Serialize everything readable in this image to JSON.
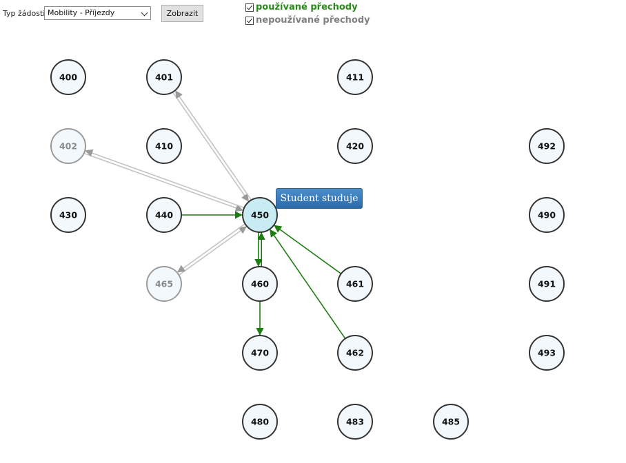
{
  "toolbar": {
    "type_label": "Typ žádosti",
    "type_selected": "Mobility - Příjezdy",
    "show_button": "Zobrazit",
    "used_label": "používané přechody",
    "unused_label": "nepoužívané přechody"
  },
  "tooltip": "Student studuje",
  "nodes": [
    {
      "id": "400",
      "label": "400",
      "col": 0,
      "row": 0,
      "state": "normal"
    },
    {
      "id": "401",
      "label": "401",
      "col": 1,
      "row": 0,
      "state": "normal"
    },
    {
      "id": "411",
      "label": "411",
      "col": 3,
      "row": 0,
      "state": "normal"
    },
    {
      "id": "402",
      "label": "402",
      "col": 0,
      "row": 1,
      "state": "inactive"
    },
    {
      "id": "410",
      "label": "410",
      "col": 1,
      "row": 1,
      "state": "normal"
    },
    {
      "id": "420",
      "label": "420",
      "col": 3,
      "row": 1,
      "state": "normal"
    },
    {
      "id": "492",
      "label": "492",
      "col": 5,
      "row": 1,
      "state": "normal"
    },
    {
      "id": "430",
      "label": "430",
      "col": 0,
      "row": 2,
      "state": "normal"
    },
    {
      "id": "440",
      "label": "440",
      "col": 1,
      "row": 2,
      "state": "normal"
    },
    {
      "id": "450",
      "label": "450",
      "col": 2,
      "row": 2,
      "state": "selected"
    },
    {
      "id": "490",
      "label": "490",
      "col": 5,
      "row": 2,
      "state": "normal"
    },
    {
      "id": "465",
      "label": "465",
      "col": 1,
      "row": 3,
      "state": "inactive"
    },
    {
      "id": "460",
      "label": "460",
      "col": 2,
      "row": 3,
      "state": "normal"
    },
    {
      "id": "461",
      "label": "461",
      "col": 3,
      "row": 3,
      "state": "normal"
    },
    {
      "id": "491",
      "label": "491",
      "col": 5,
      "row": 3,
      "state": "normal"
    },
    {
      "id": "470",
      "label": "470",
      "col": 2,
      "row": 4,
      "state": "normal"
    },
    {
      "id": "462",
      "label": "462",
      "col": 3,
      "row": 4,
      "state": "normal"
    },
    {
      "id": "493",
      "label": "493",
      "col": 5,
      "row": 4,
      "state": "normal"
    },
    {
      "id": "480",
      "label": "480",
      "col": 2,
      "row": 5,
      "state": "normal"
    },
    {
      "id": "483",
      "label": "483",
      "col": 3,
      "row": 5,
      "state": "normal"
    },
    {
      "id": "485",
      "label": "485",
      "col": 4,
      "row": 5,
      "state": "normal"
    }
  ],
  "edges": [
    {
      "from": "440",
      "to": "450",
      "kind": "used"
    },
    {
      "from": "461",
      "to": "450",
      "kind": "used"
    },
    {
      "from": "462",
      "to": "450",
      "kind": "used"
    },
    {
      "from": "450",
      "to": "460",
      "kind": "used"
    },
    {
      "from": "460",
      "to": "450",
      "kind": "used"
    },
    {
      "from": "460",
      "to": "470",
      "kind": "used"
    },
    {
      "from": "401",
      "to": "450",
      "kind": "unused"
    },
    {
      "from": "450",
      "to": "401",
      "kind": "unused"
    },
    {
      "from": "402",
      "to": "450",
      "kind": "unused"
    },
    {
      "from": "450",
      "to": "402",
      "kind": "unused"
    },
    {
      "from": "465",
      "to": "450",
      "kind": "unused"
    },
    {
      "from": "450",
      "to": "465",
      "kind": "unused"
    }
  ],
  "colors": {
    "used": "#1e7d12",
    "unused": "#c4c4c4",
    "node_fill": "#f2f8fc",
    "node_stroke": "#333333",
    "inactive_stroke": "#9a9a9a",
    "inactive_text": "#8a8a8a",
    "selected_fill": "#c9ecf4"
  }
}
